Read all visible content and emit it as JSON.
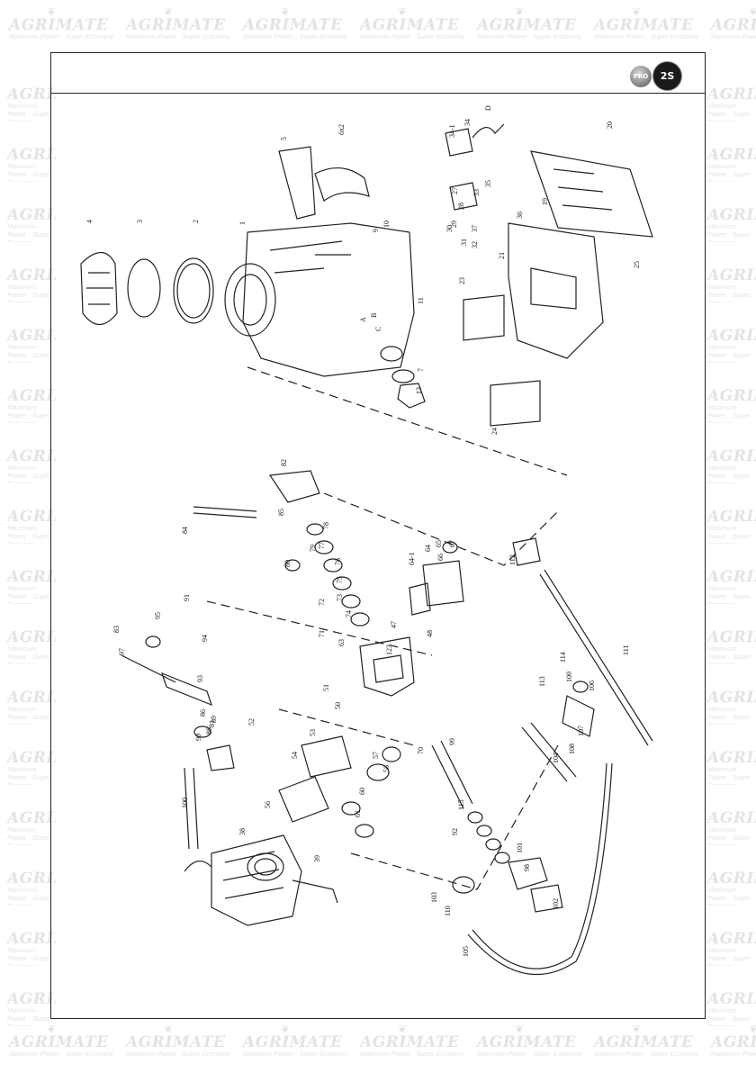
{
  "watermark": {
    "brand": "AGRIMATE",
    "tagline": "Maximum Power · Super Economy"
  },
  "badges": {
    "pro": "PRO",
    "stroke": "2S"
  },
  "diagram": {
    "part_labels": [
      "1",
      "2",
      "3",
      "4",
      "5",
      "6x2",
      "7",
      "9",
      "10",
      "11",
      "13",
      "20",
      "19",
      "21",
      "23",
      "24",
      "25",
      "27",
      "28",
      "29",
      "30",
      "31",
      "32",
      "33",
      "34",
      "34-1",
      "35",
      "36",
      "37",
      "38",
      "39",
      "47",
      "48",
      "50",
      "51",
      "52",
      "53",
      "54",
      "56",
      "57",
      "58",
      "60",
      "61",
      "63",
      "64",
      "64-1",
      "65",
      "66",
      "67",
      "70",
      "71",
      "72",
      "73",
      "74",
      "75",
      "76",
      "77",
      "78",
      "79",
      "80",
      "81",
      "82",
      "83",
      "84",
      "85",
      "86",
      "88",
      "89",
      "90",
      "91",
      "92",
      "93",
      "94",
      "95",
      "97",
      "98",
      "99",
      "100",
      "101",
      "102",
      "103",
      "104",
      "105",
      "106",
      "107",
      "108",
      "109",
      "110",
      "111",
      "112",
      "113",
      "114",
      "115",
      "123",
      "A",
      "B",
      "C",
      "D"
    ]
  }
}
